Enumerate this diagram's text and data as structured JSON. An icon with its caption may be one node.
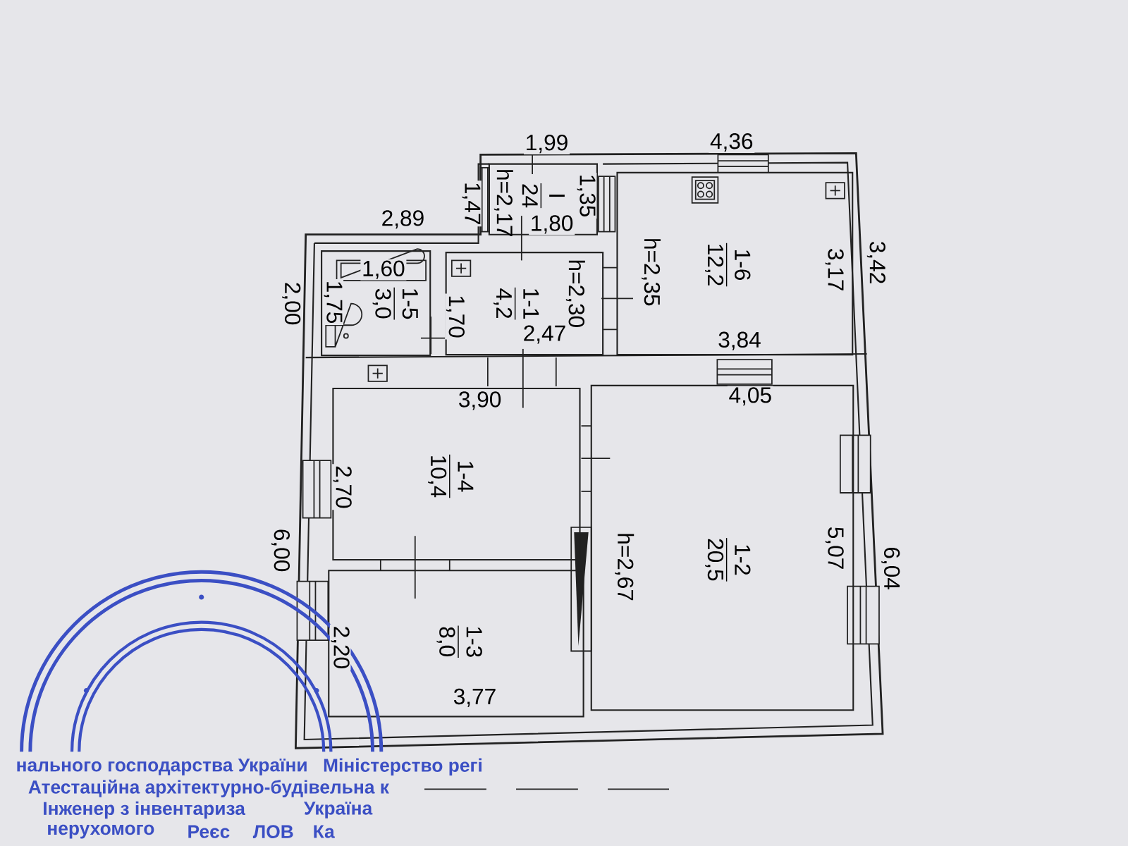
{
  "diagram": {
    "nodes": [
      {
        "text": [
          "I",
          "24",
          "h=2,17"
        ]
      },
      {
        "text": [
          "1-6",
          "12,2",
          "h=2,35"
        ]
      },
      {
        "text": [
          "1-5",
          "3,0"
        ]
      },
      {
        "text": [
          "1-1",
          "4,2",
          "h=2,30"
        ]
      },
      {
        "text": [
          "1-4",
          "10,4"
        ]
      },
      {
        "text": [
          "1-3",
          "8,0"
        ]
      },
      {
        "text": [
          "1-2",
          "20,5",
          "h=2,67"
        ]
      }
    ],
    "labels": [
      "1,99",
      "4,36",
      "1,47",
      "1,35",
      "2,89",
      "1,80",
      "3,17",
      "3,42",
      "2,00",
      "1,60",
      "1,75",
      "1,70",
      "2,47",
      "3,84",
      "3,90",
      "4,05",
      "2,70",
      "6,00",
      "5,07",
      "6,04",
      "2,20",
      "3,77",
      "нального господарства України",
      "Міністерство регі",
      "Атестаційна архітектурно-будівельна к",
      "Інженер з інвентариза",
      "Україна",
      "нерухомого",
      "Реєс",
      "ЛОВ",
      "Ка"
    ]
  }
}
